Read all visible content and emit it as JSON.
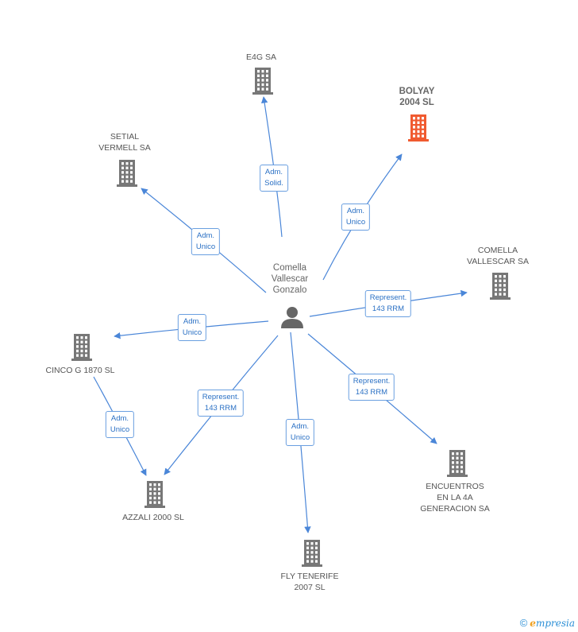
{
  "colors": {
    "edge": "#4a86d8",
    "building": "#777777",
    "building_highlight": "#f05a30",
    "person": "#666666"
  },
  "center": {
    "id": "person",
    "icon": "person-icon",
    "label": "Comella\nVallescar\nGonzalo"
  },
  "nodes": [
    {
      "id": "e4g",
      "label": "E4G SA",
      "highlight": false
    },
    {
      "id": "bolyay",
      "label": "BOLYAY\n2004 SL",
      "highlight": true
    },
    {
      "id": "setial",
      "label": "SETIAL\nVERMELL SA",
      "highlight": false
    },
    {
      "id": "comella",
      "label": "COMELLA\nVALLESCAR SA",
      "highlight": false
    },
    {
      "id": "cinco",
      "label": "CINCO G 1870 SL",
      "highlight": false
    },
    {
      "id": "azzali",
      "label": "AZZALI 2000 SL",
      "highlight": false
    },
    {
      "id": "fly",
      "label": "FLY TENERIFE\n2007 SL",
      "highlight": false
    },
    {
      "id": "encuentros",
      "label": "ENCUENTROS\nEN LA 4A\nGENERACION SA",
      "highlight": false
    }
  ],
  "edges": [
    {
      "from": "person",
      "to": "e4g",
      "label": "Adm.\nSolid."
    },
    {
      "from": "person",
      "to": "bolyay",
      "label": "Adm.\nUnico"
    },
    {
      "from": "person",
      "to": "setial",
      "label": "Adm.\nUnico"
    },
    {
      "from": "person",
      "to": "comella",
      "label": "Represent.\n143 RRM"
    },
    {
      "from": "person",
      "to": "cinco",
      "label": "Adm.\nUnico"
    },
    {
      "from": "person",
      "to": "azzali",
      "label": "Represent.\n143 RRM"
    },
    {
      "from": "person",
      "to": "fly",
      "label": "Adm.\nUnico"
    },
    {
      "from": "person",
      "to": "encuentros",
      "label": "Represent.\n143 RRM"
    },
    {
      "from": "cinco",
      "to": "azzali",
      "label": "Adm.\nUnico"
    }
  ],
  "footer": {
    "copyright_symbol": "©",
    "brand_initial": "e",
    "brand_rest": "mpresia"
  }
}
